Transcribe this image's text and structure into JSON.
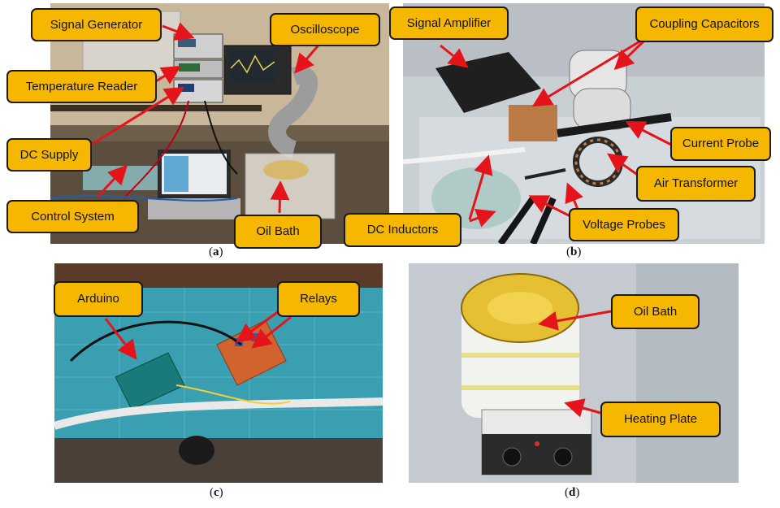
{
  "panels": {
    "a": {
      "caption": "(a)",
      "labels": {
        "signal_generator": "Signal Generator",
        "oscilloscope": "Oscilloscope",
        "temperature_reader": "Temperature Reader",
        "dc_supply": "DC Supply",
        "control_system": "Control System",
        "oil_bath": "Oil Bath"
      }
    },
    "b": {
      "caption": "(b)",
      "labels": {
        "signal_amplifier": "Signal Amplifier",
        "coupling_capacitors": "Coupling Capacitors",
        "current_probe": "Current Probe",
        "air_transformer": "Air Transformer",
        "dc_inductors": "DC Inductors",
        "voltage_probes": "Voltage Probes"
      }
    },
    "c": {
      "caption": "(c)",
      "labels": {
        "arduino": "Arduino",
        "relays": "Relays"
      }
    },
    "d": {
      "caption": "(d)",
      "labels": {
        "oil_bath": "Oil Bath",
        "heating_plate": "Heating Plate"
      }
    }
  },
  "colors": {
    "callout_fill": "#f5b700",
    "arrow": "#e5141b"
  }
}
